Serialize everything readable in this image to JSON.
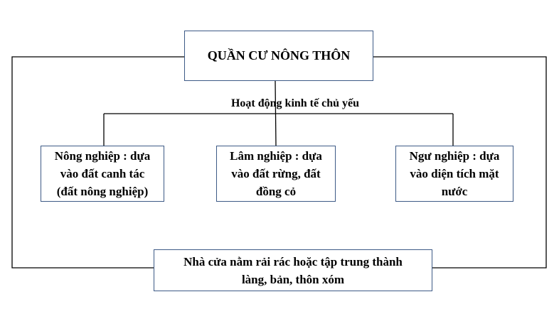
{
  "diagram": {
    "root": "QUẦN CƯ NÔNG THÔN",
    "connector_label": "Hoạt động kinh tế chủ yếu",
    "branches": [
      {
        "lines": [
          "Nông nghiệp : dựa",
          "vào đất canh tác",
          "(đất nông nghiệp)"
        ]
      },
      {
        "lines": [
          "Lâm nghiệp : dựa",
          "vào đất rừng, đất",
          "đồng cỏ"
        ]
      },
      {
        "lines": [
          "Ngư nghiệp : dựa",
          "vào diện tích mặt",
          "nước"
        ]
      }
    ],
    "bottom": {
      "lines": [
        "Nhà cửa nằm rải rác hoặc tập trung thành",
        "làng, bản, thôn xóm"
      ]
    },
    "colors": {
      "box_border": "#3d5a86",
      "line": "#000000"
    }
  }
}
